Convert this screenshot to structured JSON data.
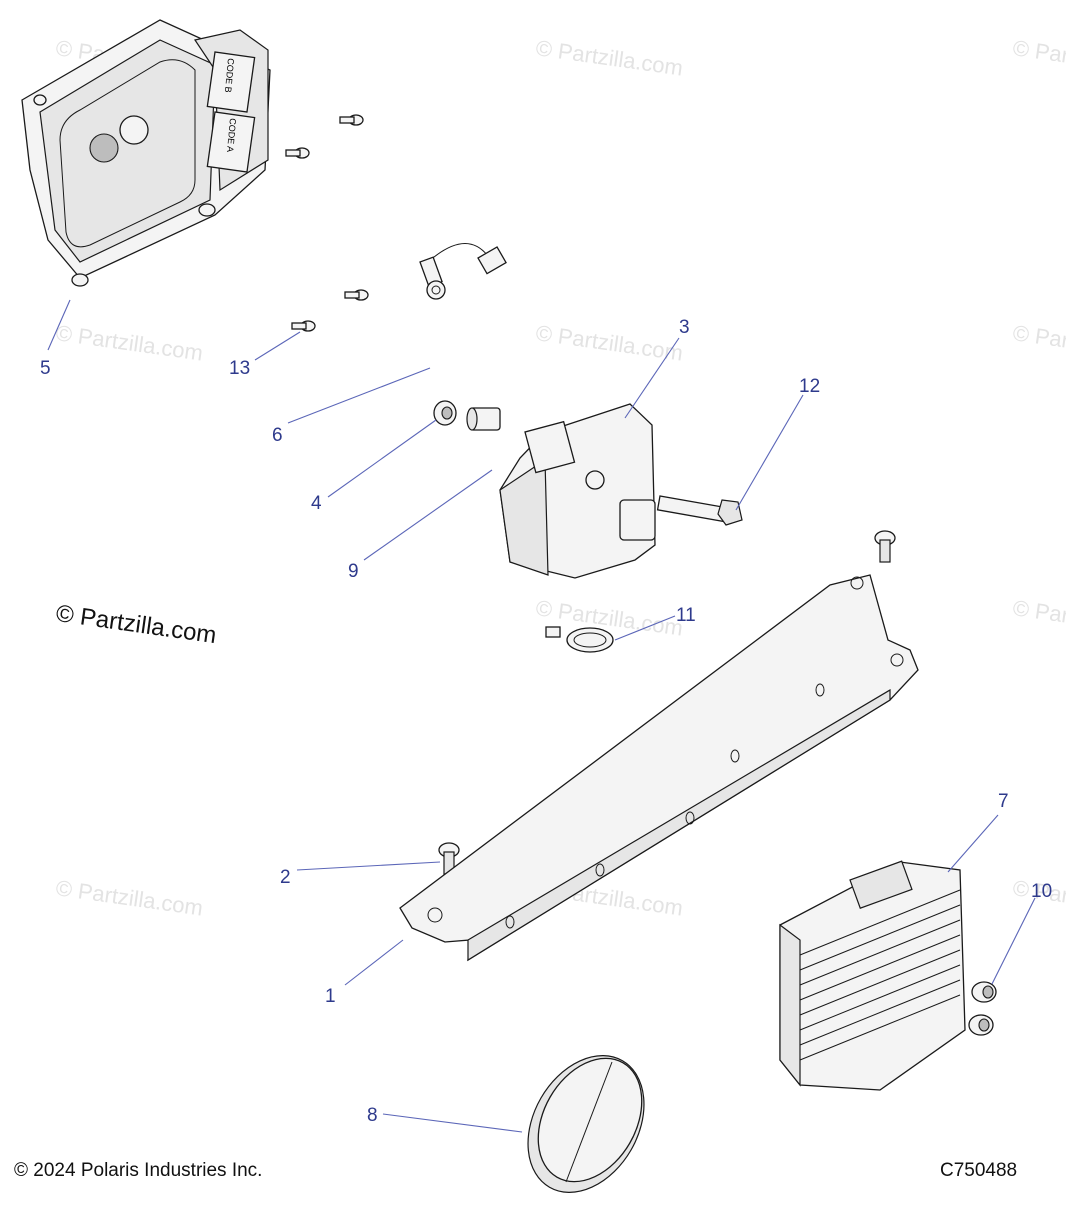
{
  "watermark": "© Partzilla.com",
  "footer": {
    "copyright": "© 2024 Polaris Industries Inc.",
    "diagram_code": "C750488"
  },
  "ecu_labels": {
    "code_b": "CODE B",
    "code_a": "CODE A"
  },
  "callouts": {
    "c1": "1",
    "c2": "2",
    "c3": "3",
    "c4": "4",
    "c5": "5",
    "c6": "6",
    "c7": "7",
    "c8": "8",
    "c9": "9",
    "c10": "10",
    "c11": "11",
    "c12": "12",
    "c13": "13"
  },
  "parts": [
    {
      "callout": "1",
      "name": "mounting-bracket"
    },
    {
      "callout": "2",
      "name": "push-rivet"
    },
    {
      "callout": "3",
      "name": "electronic-module"
    },
    {
      "callout": "4",
      "name": "grommet"
    },
    {
      "callout": "5",
      "name": "ecu-controller"
    },
    {
      "callout": "6",
      "name": "ground-lead"
    },
    {
      "callout": "7",
      "name": "voltage-regulator"
    },
    {
      "callout": "8",
      "name": "round-plug"
    },
    {
      "callout": "9",
      "name": "spacer-sleeve"
    },
    {
      "callout": "10",
      "name": "nut"
    },
    {
      "callout": "11",
      "name": "hose-clamp"
    },
    {
      "callout": "12",
      "name": "bolt"
    },
    {
      "callout": "13",
      "name": "screw"
    }
  ]
}
